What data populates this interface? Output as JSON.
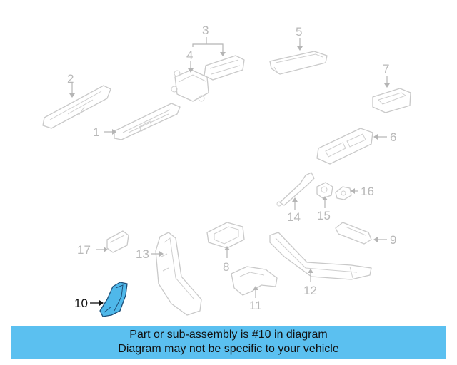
{
  "diagram": {
    "callouts": {
      "c1": "1",
      "c2": "2",
      "c3": "3",
      "c4": "4",
      "c5": "5",
      "c6": "6",
      "c7": "7",
      "c8": "8",
      "c9": "9",
      "c10": "10",
      "c11": "11",
      "c12": "12",
      "c13": "13",
      "c14": "14",
      "c15": "15",
      "c16": "16",
      "c17": "17"
    },
    "highlighted_part": "10",
    "colors": {
      "highlight_fill": "#4fb8ea",
      "highlight_stroke": "#1f4f78",
      "part_stroke": "#c9c9c9",
      "banner": "#5bc0f0"
    }
  },
  "banner": {
    "line1": "Part or sub-assembly is #10 in diagram",
    "line2": "Diagram may not be specific to your vehicle"
  }
}
